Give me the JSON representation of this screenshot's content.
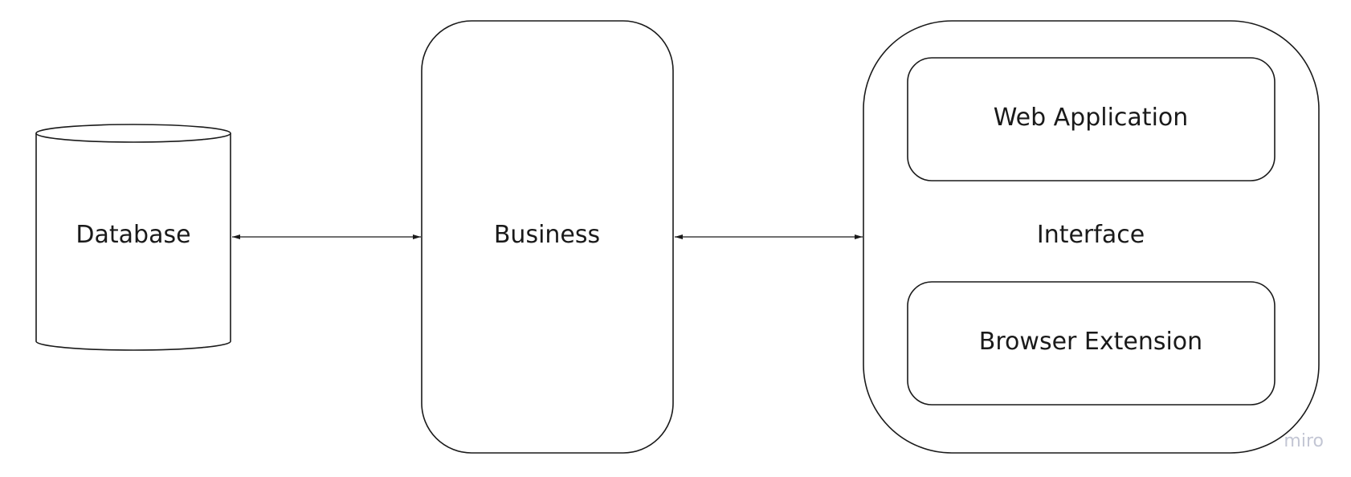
{
  "diagram": {
    "nodes": {
      "database": {
        "label": "Database",
        "shape": "cylinder"
      },
      "business": {
        "label": "Business",
        "shape": "rounded-rectangle"
      },
      "interface": {
        "label": "Interface",
        "shape": "rounded-rectangle",
        "children": {
          "web_application": {
            "label": "Web Application"
          },
          "browser_extension": {
            "label": "Browser Extension"
          }
        }
      }
    },
    "edges": [
      {
        "from": "Database",
        "to": "Business",
        "direction": "bidirectional"
      },
      {
        "from": "Business",
        "to": "Interface",
        "direction": "bidirectional"
      }
    ]
  },
  "watermark": {
    "text": "miro"
  }
}
